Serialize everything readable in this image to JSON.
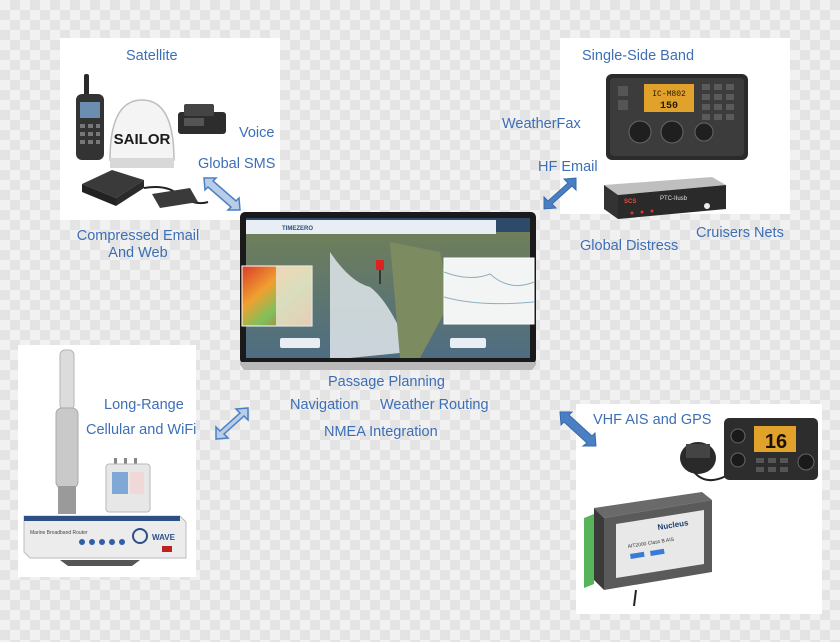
{
  "labels": {
    "satellite": "Satellite",
    "voice": "Voice",
    "global_sms": "Global SMS",
    "compressed_email_line1": "Compressed Email",
    "compressed_email_line2": "And Web",
    "single_side_band": "Single-Side Band",
    "weatherfax": "WeatherFax",
    "hf_email": "HF Email",
    "global_distress": "Global Distress",
    "cruisers_nets": "Cruisers Nets",
    "passage_planning": "Passage Planning",
    "navigation": "Navigation",
    "weather_routing": "Weather Routing",
    "nmea_integration": "NMEA Integration",
    "long_range": "Long-Range",
    "cellular_wifi": "Cellular and WiFi",
    "vhf_ais_gps": "VHF AIS and GPS"
  },
  "devices": {
    "sailor_dome": "SAILOR",
    "ssb_display_line1": "IC-M802",
    "ssb_display_line2": "150",
    "modem_brand": "SCS",
    "modem_model": "PTC-IIusb",
    "laptop_app": "TIMEZERO",
    "router_model": "Marine Broadband Router",
    "router_brand": "WAVE",
    "vhf_channel": "16",
    "ais_brand": "Nucleus",
    "ais_model": "AIT2000 Class B AIS"
  },
  "colors": {
    "label_text": "#3d6fb6",
    "arrow_fill": "#4a7fc4",
    "arrow_light": "#b8cde8"
  }
}
